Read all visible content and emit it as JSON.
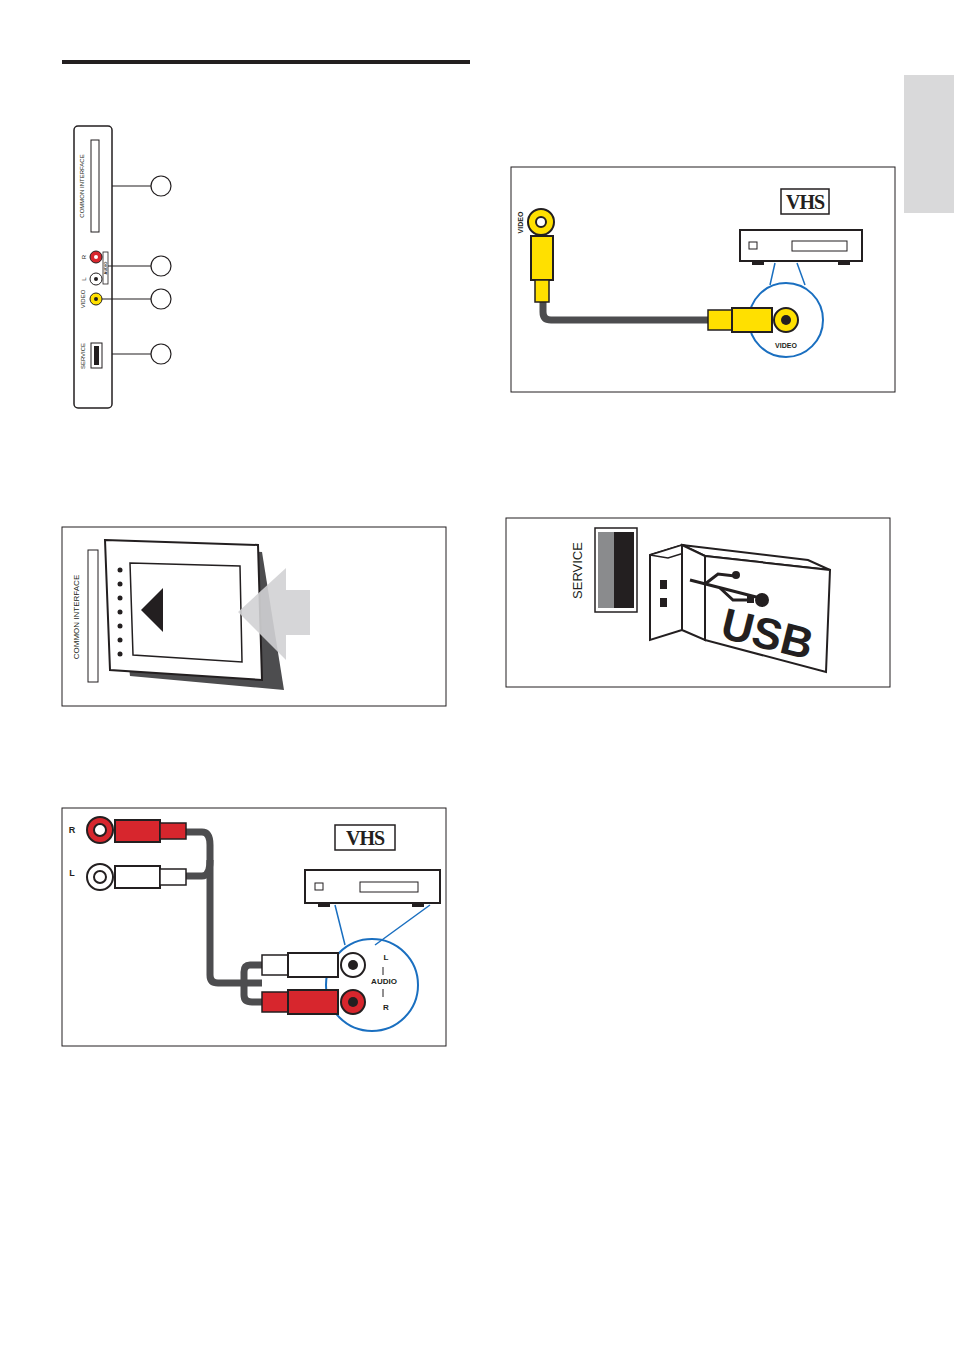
{
  "diagram": {
    "labels": [
      "COMMON INTERFACE",
      "R",
      "L",
      "AUDIO",
      "VIDEO",
      "SERVICE",
      "COMMON INTERFACE",
      "R",
      "L",
      "VHS",
      "L",
      "AUDIO",
      "R",
      "VIDEO",
      "VHS",
      "VIDEO",
      "SERVICE",
      "USB"
    ]
  }
}
